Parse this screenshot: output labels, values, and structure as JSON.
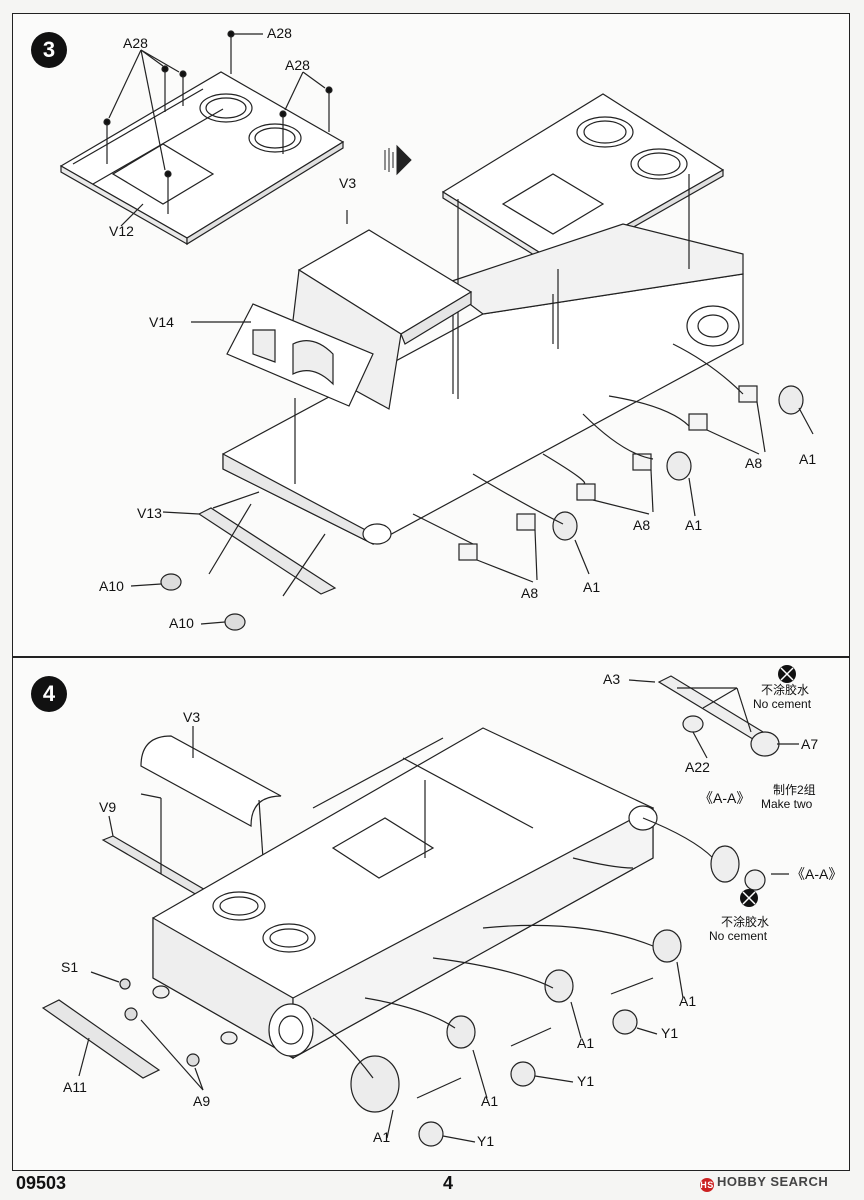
{
  "steps": {
    "step3": {
      "number": "3",
      "labels": {
        "a28_1": "A28",
        "a28_2": "A28",
        "a28_3": "A28",
        "v12": "V12",
        "v3": "V3",
        "v14": "V14",
        "v13": "V13",
        "a10_1": "A10",
        "a10_2": "A10",
        "a8_1": "A8",
        "a8_2": "A8",
        "a8_3": "A8",
        "a1_1": "A1",
        "a1_2": "A1",
        "a1_3": "A1"
      }
    },
    "step4": {
      "number": "4",
      "labels": {
        "v3": "V3",
        "v9": "V9",
        "s1": "S1",
        "a11": "A11",
        "a9": "A9",
        "a1_1": "A1",
        "a1_2": "A1",
        "a1_3": "A1",
        "a1_4": "A1",
        "y1_1": "Y1",
        "y1_2": "Y1",
        "y1_3": "Y1",
        "a3": "A3",
        "a7": "A7",
        "a22": "A22",
        "aa_1": "《A-A》",
        "aa_2": "《A-A》"
      },
      "notes": {
        "no_cement_cn_1": "不涂胶水",
        "no_cement_en_1": "No cement",
        "make_two_cn": "制作2组",
        "make_two_en": "Make two",
        "no_cement_cn_2": "不涂胶水",
        "no_cement_en_2": "No cement"
      }
    }
  },
  "footer": {
    "code": "09503",
    "page": "4",
    "brand": "HOBBY SEARCH",
    "brand_mark": "HS"
  }
}
